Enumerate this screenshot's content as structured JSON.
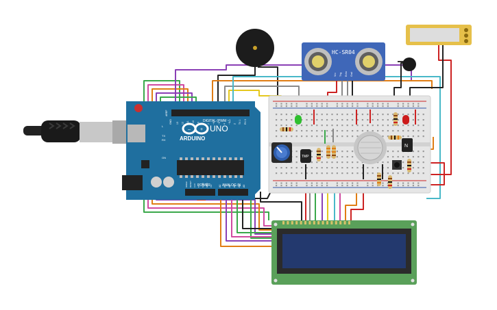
{
  "arduino": {
    "brand": "ARDUINO",
    "model": "UNO",
    "digital_label": "DIGITAL (PWM ~)",
    "power_label": "POWER",
    "analog_label": "ANALOG IN",
    "tx_label": "TX",
    "rx_label": "RX",
    "l_label": "L",
    "on_label": "ON",
    "aref_label": "AREF",
    "gnd_label": "GND",
    "digital_pins": [
      "13",
      "12",
      "~11",
      "~10",
      "~9",
      "8",
      "7",
      "~6",
      "~5",
      "4",
      "~3",
      "2",
      "TX 1",
      "RX 0"
    ],
    "power_pins": [
      "IOREF",
      "RESET",
      "3.3V",
      "5V",
      "GND",
      "GND",
      "Vin"
    ],
    "analog_pins": [
      "A0",
      "A1",
      "A2",
      "A3",
      "A4",
      "A5"
    ]
  },
  "sensor": {
    "model": "HC-SR04",
    "pins": [
      "Vcc",
      "Trig",
      "Echo",
      "Gnd"
    ]
  },
  "transistor": {
    "label": "N"
  },
  "temp_sensor": {
    "label": "TMP"
  },
  "colors": {
    "board": "#1f6f9f",
    "breadboard": "#e6e6e6",
    "lcd_frame": "#5aa05a",
    "lcd_screen": "#23396e",
    "sensor_pcb": "#3f67b8",
    "led_green": "#2fbf2f",
    "led_red": "#cc1b1b"
  }
}
